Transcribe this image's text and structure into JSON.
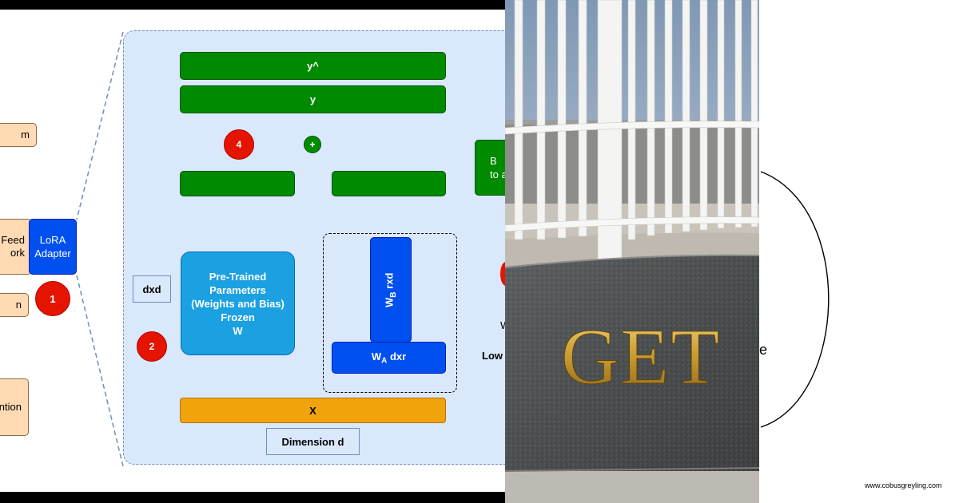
{
  "left_diagram": {
    "side_labels": {
      "norm_partial": "m",
      "feed_forward_partial": "Feed\nork",
      "lora_adapter": "LoRA\nAdapter",
      "norm_partial_2": "n",
      "attention_partial": "ntion"
    },
    "badges": [
      "1",
      "2",
      "4"
    ],
    "outputs": {
      "y_hat": "y^",
      "y": "y"
    },
    "plus": "+",
    "pretrained": "Pre-Trained\nParameters\n(Weights and Bias)\nFrozen\nW",
    "dxd": "dxd",
    "wb": {
      "main": "W",
      "sub": "B",
      "rest": " rxd"
    },
    "wa": {
      "main": "W",
      "sub": "A",
      "rest": " dxr"
    },
    "x": "X",
    "dimension": "Dimension d",
    "cut_box": "B\nto a",
    "cut_text_low": "Low",
    "cut_text_w": "W"
  },
  "right_panel": {
    "partial_letter": "e",
    "watermark": "www.cobusgreyling.com"
  },
  "colors": {
    "green": "#008a00",
    "blue": "#0050ef",
    "sky": "#1ba1e2",
    "orange": "#f0a30a",
    "peach": "#ffdab3",
    "red_badge": "#e51400",
    "region": "#dae8fc"
  },
  "photo": {
    "engraving": "GET"
  }
}
